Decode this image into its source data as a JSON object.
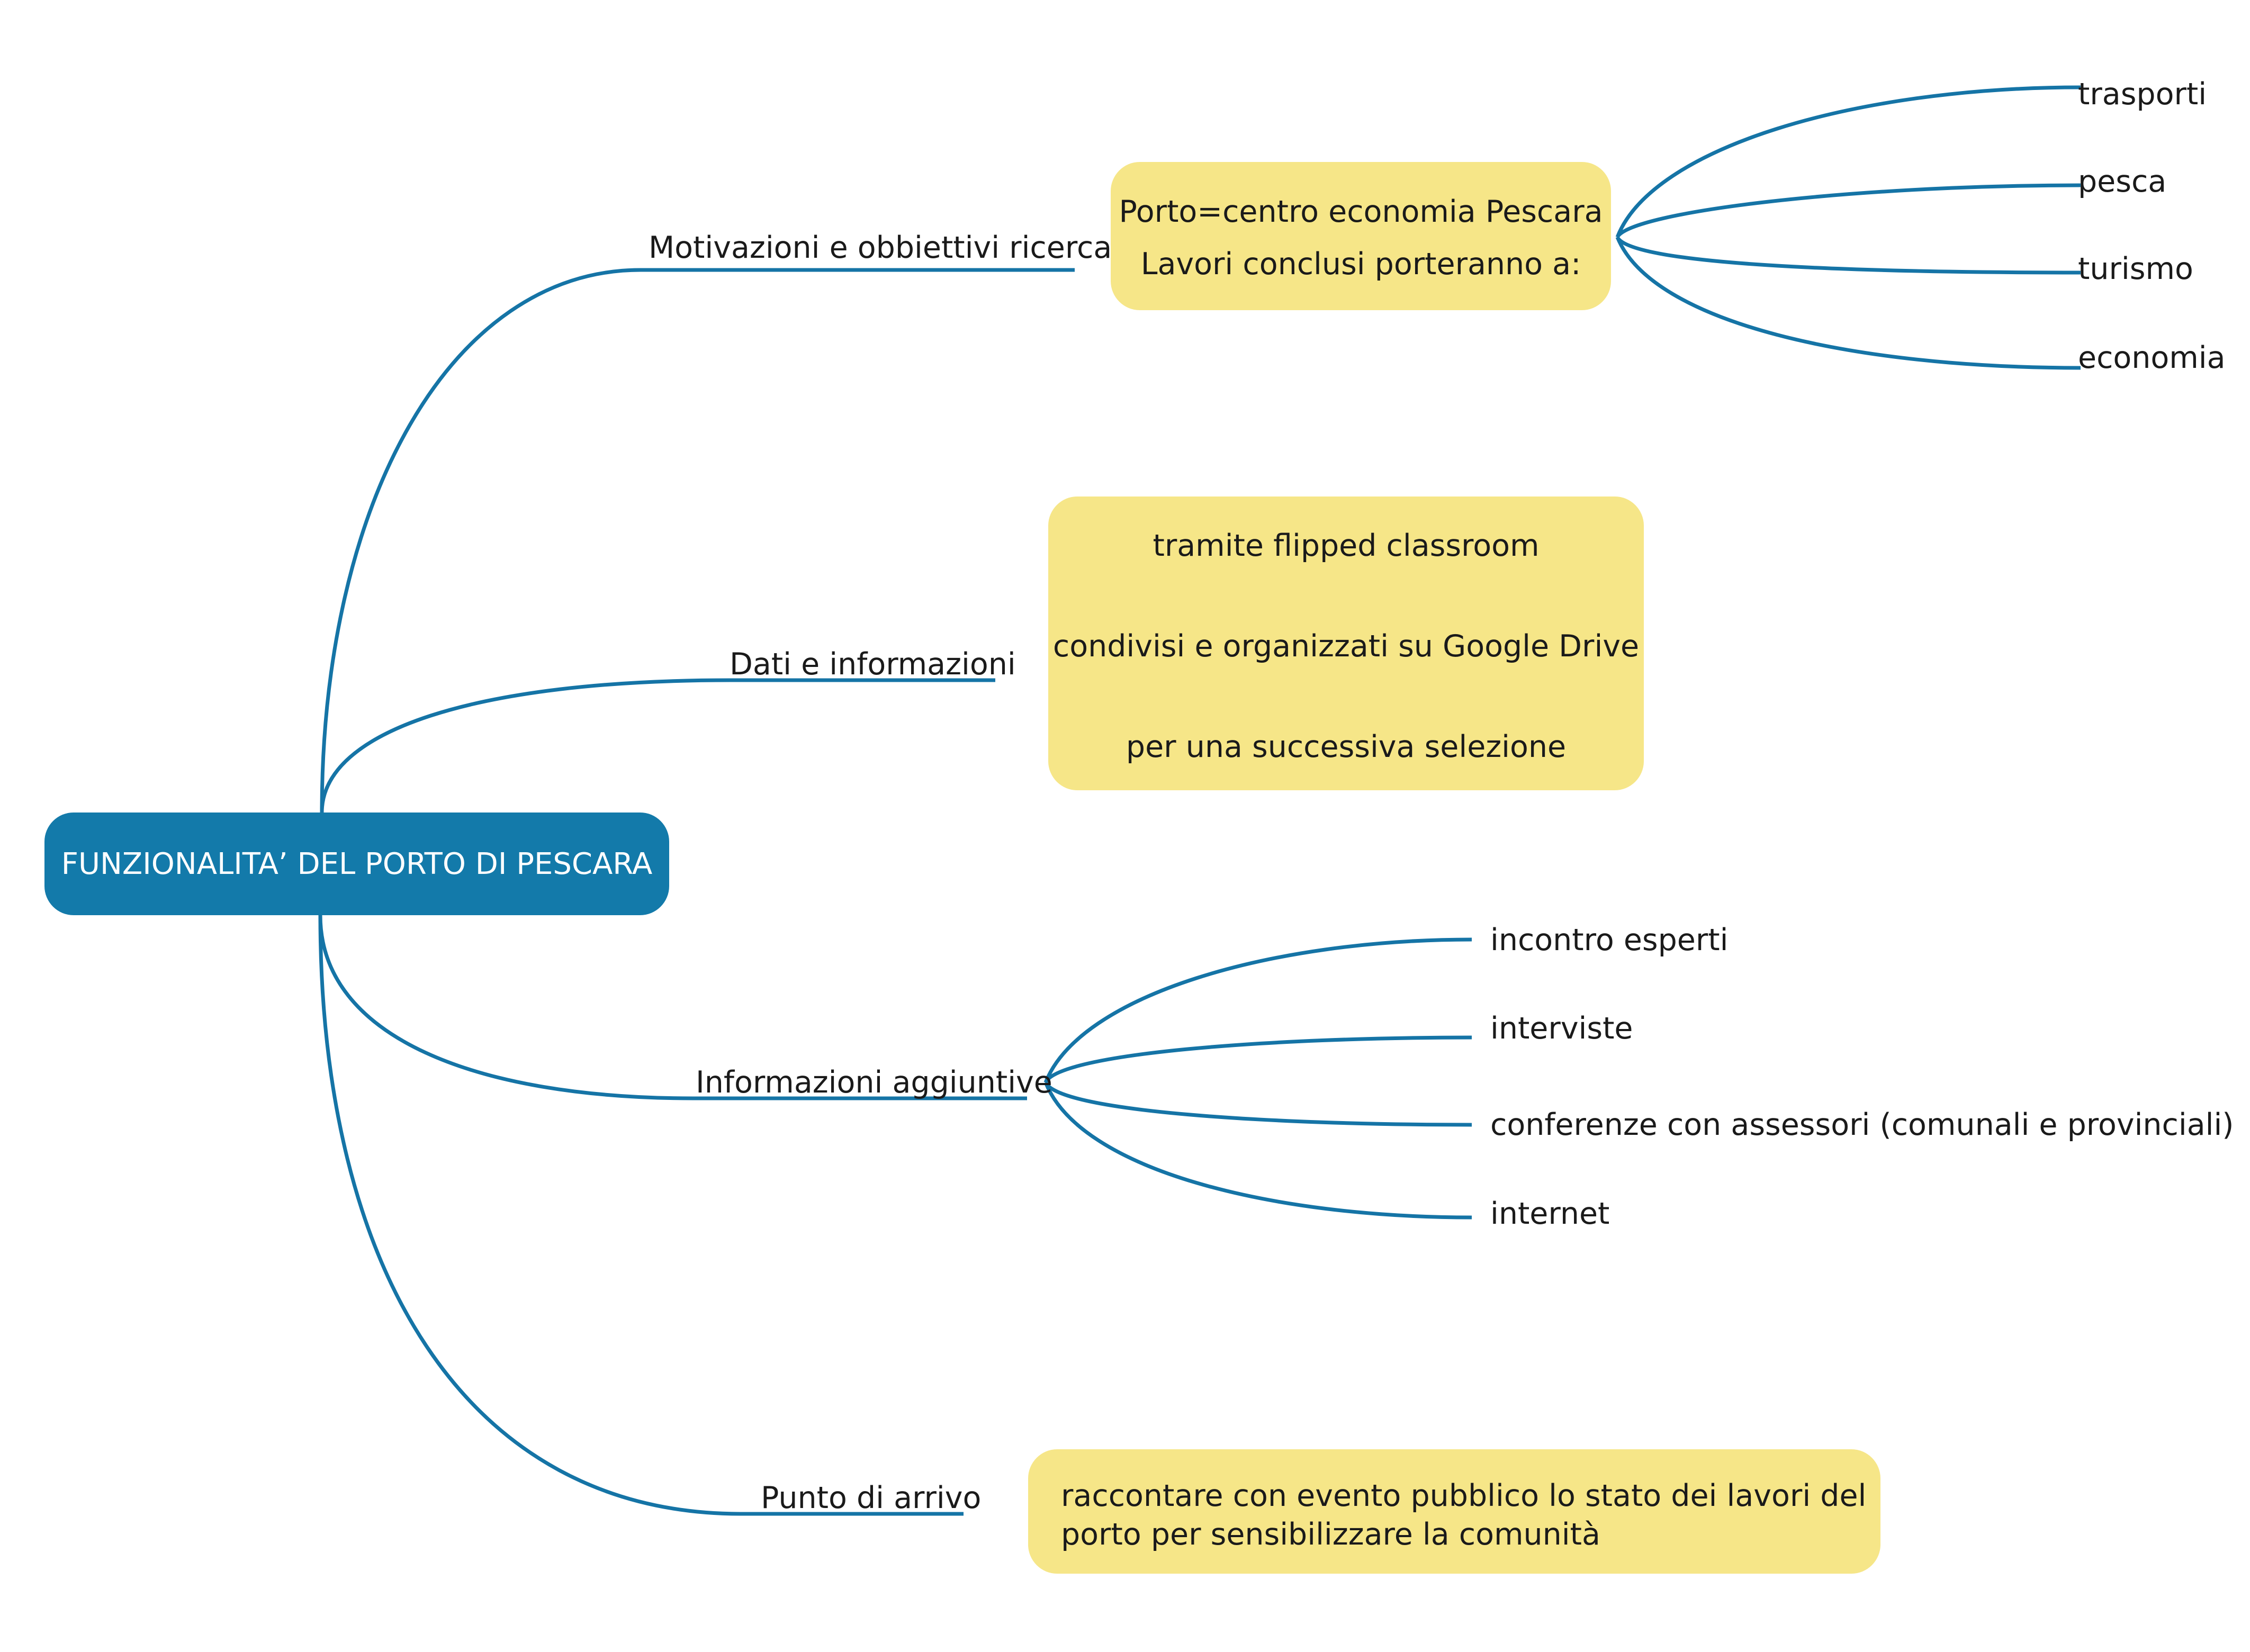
{
  "root": {
    "title": "FUNZIONALITA’ DEL PORTO DI PESCARA"
  },
  "branches": {
    "motivazioni": {
      "label": "Motivazioni e obbiettivi ricerca",
      "box": {
        "line1": "Porto=centro economia Pescara",
        "line2": "Lavori conclusi porteranno a:"
      },
      "leaves": [
        "trasporti",
        "pesca",
        "turismo",
        "economia"
      ]
    },
    "dati": {
      "label": "Dati e informazioni",
      "box": {
        "step1": "tramite flipped classroom",
        "step2": "condivisi e organizzati su Google Drive",
        "step3": "per una successiva selezione"
      }
    },
    "informazioni": {
      "label": "Informazioni aggiuntive",
      "leaves": [
        "incontro esperti",
        "interviste",
        "conferenze con assessori  (comunali e provinciali)",
        "internet"
      ]
    },
    "punto": {
      "label": "Punto di arrivo",
      "box": {
        "line1": "raccontare con evento pubblico lo stato  dei lavori del",
        "line2": "porto per sensibilizzare la comunità"
      }
    }
  },
  "colors": {
    "connector": "#1574a6",
    "root_fill": "#137aaa",
    "root_text": "#ffffff",
    "box_fill": "#f6e688",
    "text": "#1a1a1a"
  }
}
